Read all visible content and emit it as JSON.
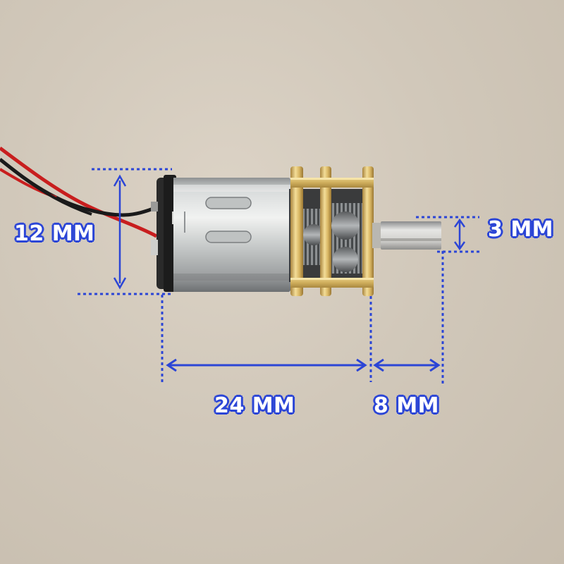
{
  "photo": {
    "subject": "micro gear motor with dimension annotations",
    "annotation_color": "#2b45d6",
    "background_color": "#d1c8ba"
  },
  "dimensions": {
    "height": "12 MM",
    "shaft_diameter": "3 MM",
    "body_length": "24 MM",
    "shaft_length": "8 MM"
  }
}
